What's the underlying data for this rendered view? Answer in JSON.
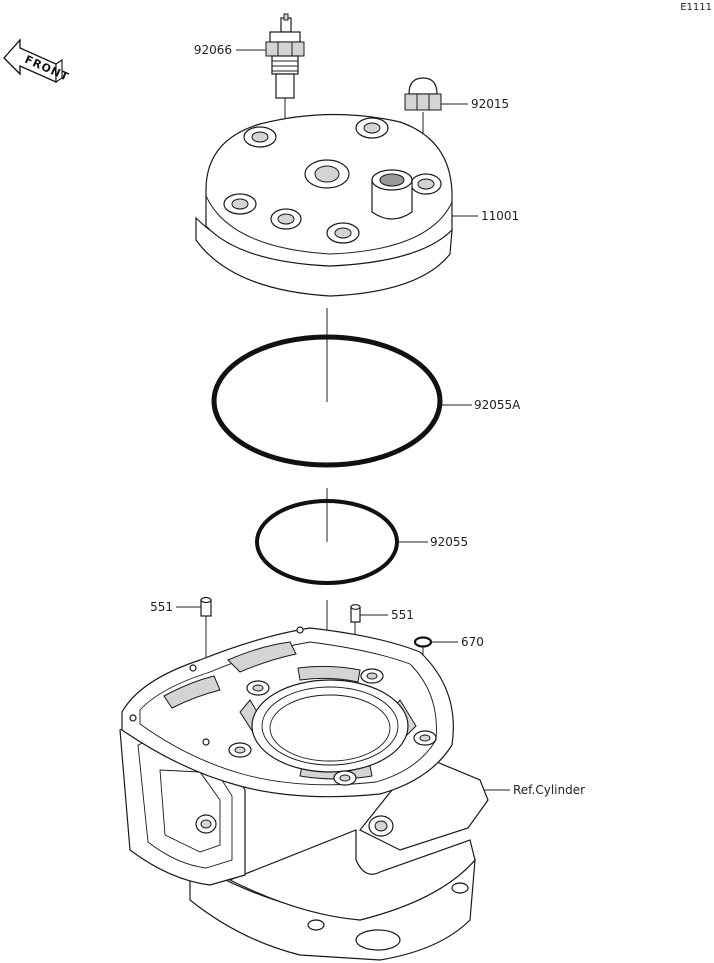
{
  "diagram": {
    "code": "E1111",
    "front_arrow": "FRONT",
    "parts": [
      {
        "id": "p92066",
        "number": "92066"
      },
      {
        "id": "p92015",
        "number": "92015"
      },
      {
        "id": "p11001",
        "number": "11001"
      },
      {
        "id": "p92055A",
        "number": "92055A"
      },
      {
        "id": "p92055",
        "number": "92055"
      },
      {
        "id": "p551a",
        "number": "551"
      },
      {
        "id": "p551b",
        "number": "551"
      },
      {
        "id": "p670",
        "number": "670"
      },
      {
        "id": "pref",
        "number": "Ref.Cylinder"
      }
    ]
  }
}
